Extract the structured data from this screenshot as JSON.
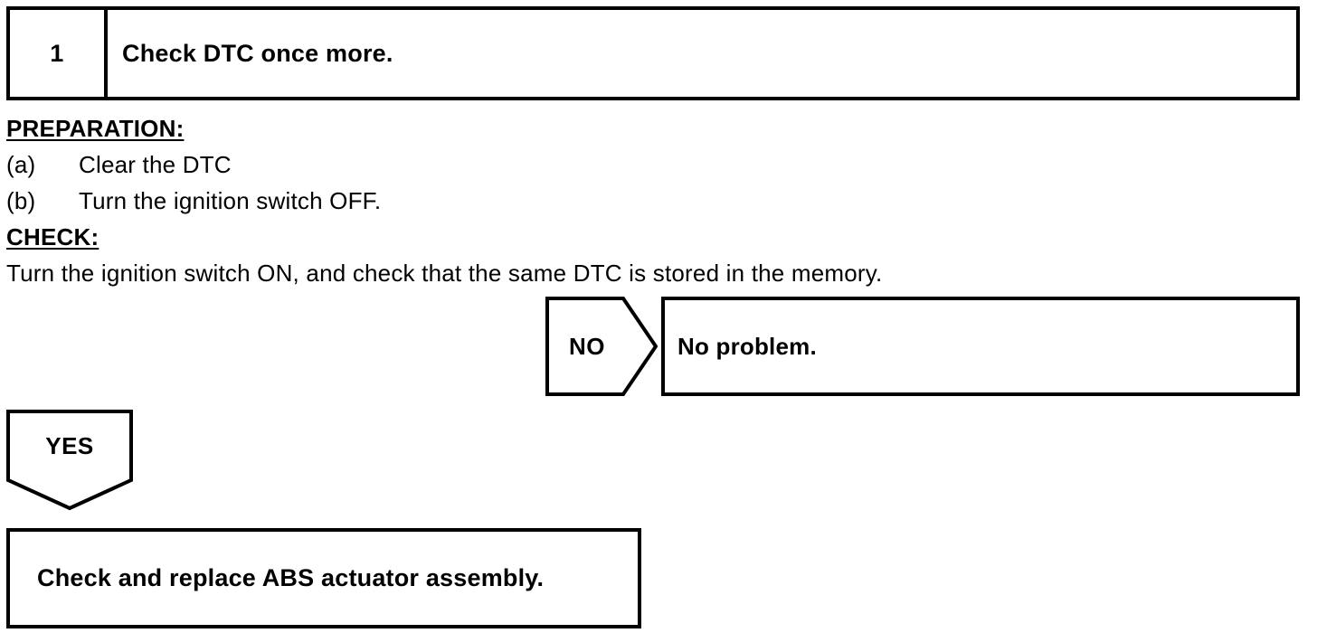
{
  "step": {
    "number": "1",
    "title": "Check DTC once more."
  },
  "preparation": {
    "heading": "PREPARATION:",
    "items": [
      {
        "marker": "(a)",
        "text": "Clear the DTC"
      },
      {
        "marker": "(b)",
        "text": "Turn the ignition switch OFF."
      }
    ]
  },
  "check": {
    "heading": "CHECK:",
    "text": "Turn the ignition switch ON, and check that the same DTC is stored in the memory."
  },
  "branches": {
    "no": {
      "label": "NO",
      "result": "No problem."
    },
    "yes": {
      "label": "YES",
      "result": "Check and replace ABS actuator assembly."
    }
  },
  "colors": {
    "ink": "#000000",
    "paper": "#ffffff"
  }
}
